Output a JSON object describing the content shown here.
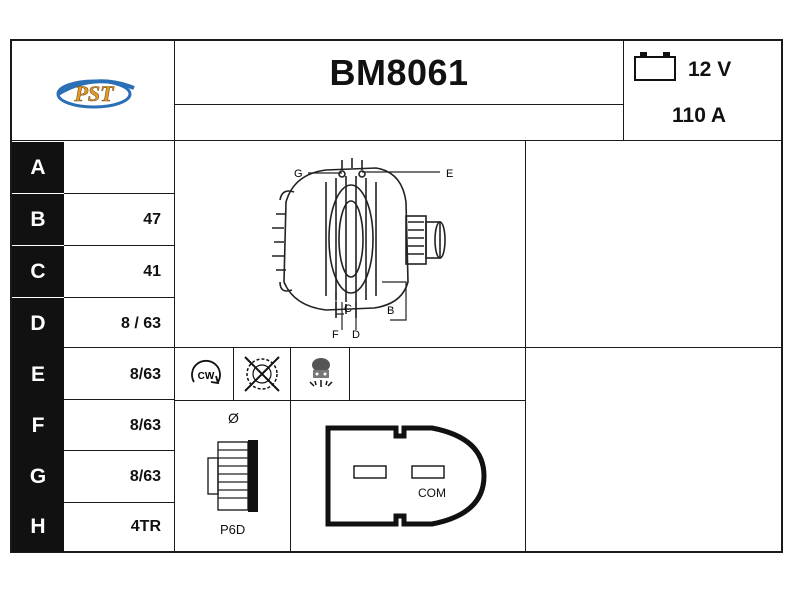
{
  "header": {
    "logo_text": "PST",
    "part_number": "BM8061",
    "voltage": "12 V",
    "amperage": "110 A"
  },
  "spec_rows": [
    {
      "letter": "A",
      "value": ""
    },
    {
      "letter": "B",
      "value": "47"
    },
    {
      "letter": "C",
      "value": "41"
    },
    {
      "letter": "D",
      "value": "8 / 63"
    },
    {
      "letter": "E",
      "value": "8/63"
    },
    {
      "letter": "F",
      "value": "8/63"
    },
    {
      "letter": "G",
      "value": "8/63"
    },
    {
      "letter": "H",
      "value": "4TR"
    }
  ],
  "diagram_labels": {
    "g": "G",
    "e": "E",
    "c": "C",
    "b": "B",
    "f": "F",
    "d": "D"
  },
  "icons": {
    "rotation_label": "CW",
    "icon_names": [
      "battery-icon",
      "rotation-clockwise-icon",
      "fan-cross-icon",
      "regulator-icon",
      "pulley-icon",
      "connector-plug-icon"
    ]
  },
  "pulley": {
    "diameter_symbol": "Ø",
    "type": "P6D"
  },
  "connector": {
    "label": "COM"
  }
}
